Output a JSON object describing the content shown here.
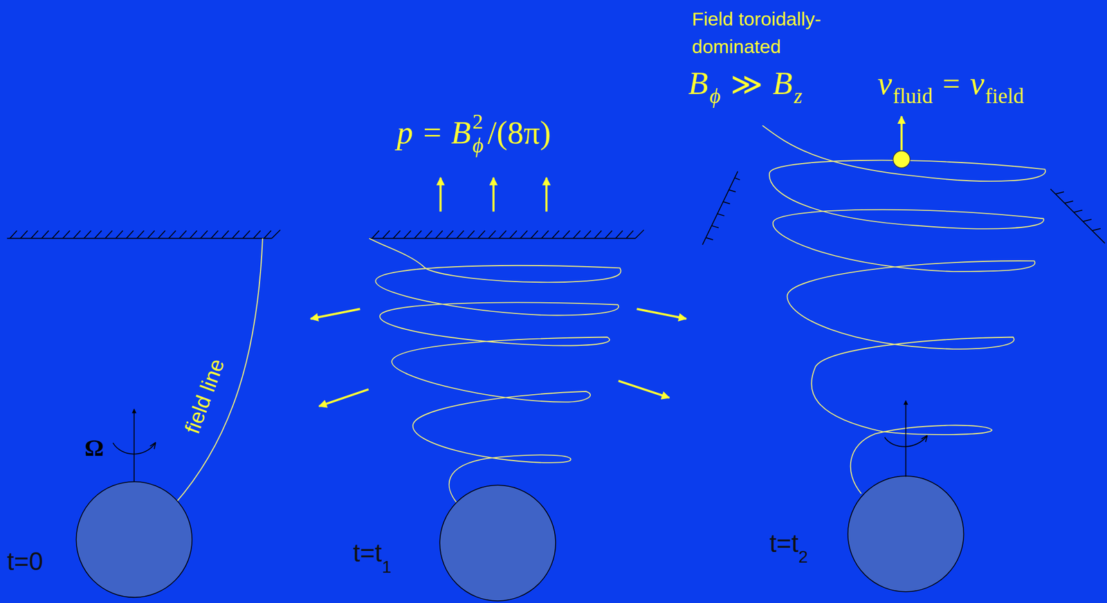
{
  "diagram": {
    "labels": [
      "Field toroidally- dominated",
      "B",
      "ϕ",
      "≫",
      "B",
      "z",
      "v",
      "fluid",
      "=",
      "v",
      "field",
      "p = B",
      "ϕ",
      "2",
      "/(8π)",
      "Ω",
      "field line",
      "t=0",
      "t=t",
      "1",
      "t=t",
      "2"
    ]
  }
}
